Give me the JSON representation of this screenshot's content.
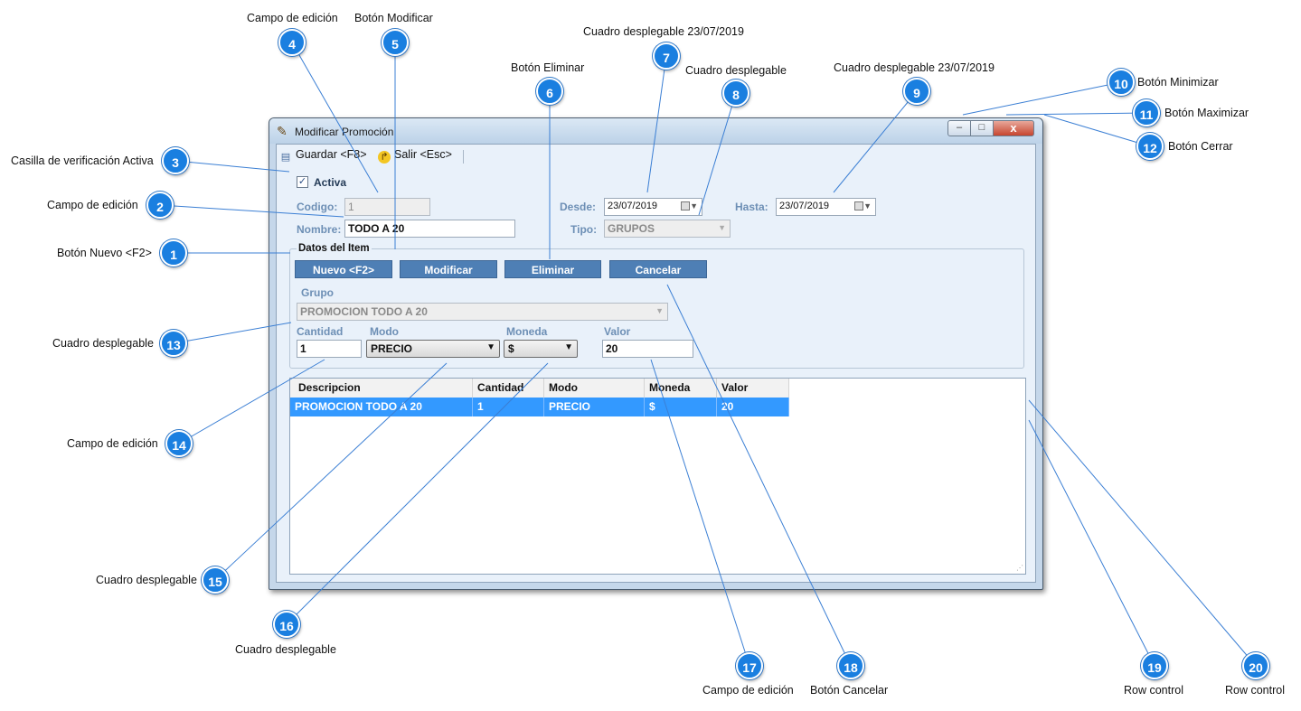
{
  "window": {
    "title": "Modificar Promoción",
    "controls": {
      "minimize": "–",
      "maximize": "□",
      "close": "x"
    }
  },
  "toolbar": {
    "save_label": "Guardar <F8>",
    "exit_label": "Salir <Esc>"
  },
  "form": {
    "active_label": "Activa",
    "active_checked": true,
    "codigo_label": "Codigo:",
    "codigo_value": "1",
    "nombre_label": "Nombre:",
    "nombre_value": "TODO A 20",
    "desde_label": "Desde:",
    "desde_value": "23/07/2019",
    "hasta_label": "Hasta:",
    "hasta_value": "23/07/2019",
    "tipo_label": "Tipo:",
    "tipo_value": "GRUPOS"
  },
  "item_section": {
    "title": "Datos del Item",
    "buttons": {
      "nuevo": "Nuevo <F2>",
      "modificar": "Modificar",
      "eliminar": "Eliminar",
      "cancelar": "Cancelar"
    },
    "grupo_label": "Grupo",
    "grupo_value": "PROMOCION TODO A 20",
    "cantidad_label": "Cantidad",
    "cantidad_value": "1",
    "modo_label": "Modo",
    "modo_value": "PRECIO",
    "moneda_label": "Moneda",
    "moneda_value": "$",
    "valor_label": "Valor",
    "valor_value": "20"
  },
  "grid": {
    "columns": [
      "Descripcion",
      "Cantidad",
      "Modo",
      "Moneda",
      "Valor"
    ],
    "rows": [
      [
        "PROMOCION TODO A 20",
        "1",
        "PRECIO",
        "$",
        "20"
      ]
    ]
  },
  "callouts": [
    {
      "number": "1",
      "label": "Botón Nuevo <F2>"
    },
    {
      "number": "2",
      "label": "Campo de edición"
    },
    {
      "number": "3",
      "label": "Casilla de verificación Activa"
    },
    {
      "number": "4",
      "label": "Campo de edición"
    },
    {
      "number": "5",
      "label": "Botón Modificar"
    },
    {
      "number": "6",
      "label": "Botón Eliminar"
    },
    {
      "number": "7",
      "label": "Cuadro desplegable 23/07/2019"
    },
    {
      "number": "8",
      "label": "Cuadro desplegable"
    },
    {
      "number": "9",
      "label": "Cuadro desplegable 23/07/2019"
    },
    {
      "number": "10",
      "label": "Botón Minimizar"
    },
    {
      "number": "11",
      "label": "Botón Maximizar"
    },
    {
      "number": "12",
      "label": "Botón Cerrar"
    },
    {
      "number": "13",
      "label": "Cuadro desplegable"
    },
    {
      "number": "14",
      "label": "Campo de edición"
    },
    {
      "number": "15",
      "label": "Cuadro desplegable"
    },
    {
      "number": "16",
      "label": "Cuadro desplegable"
    },
    {
      "number": "17",
      "label": "Campo de edición"
    },
    {
      "number": "18",
      "label": "Botón Cancelar"
    },
    {
      "number": "19",
      "label": "Row control"
    },
    {
      "number": "20",
      "label": "Row control"
    }
  ],
  "colors": {
    "badge": "#1a7fe0",
    "callout_line": "#3b7fd4",
    "action_button": "#4e7fb5",
    "selected_row": "#3399ff",
    "field_label": "#6d8fb5"
  }
}
